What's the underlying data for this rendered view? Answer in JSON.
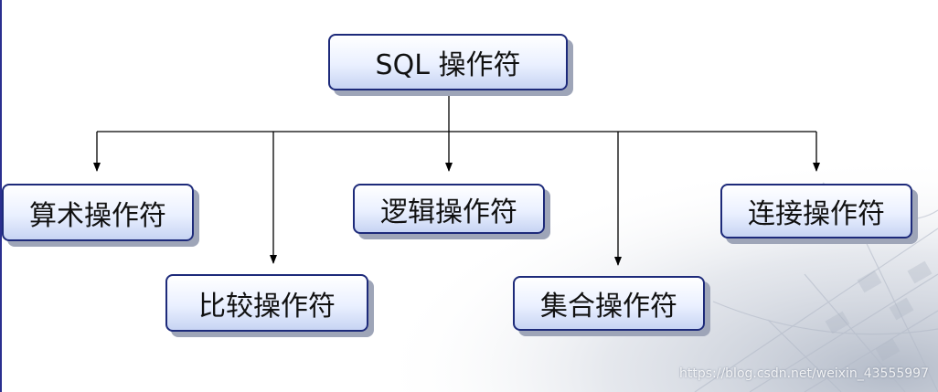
{
  "diagram": {
    "root": {
      "label": "SQL 操作符"
    },
    "children": [
      {
        "id": "arithmetic",
        "label": "算术操作符"
      },
      {
        "id": "comparison",
        "label": "比较操作符"
      },
      {
        "id": "logical",
        "label": "逻辑操作符"
      },
      {
        "id": "set",
        "label": "集合操作符"
      },
      {
        "id": "concatenation",
        "label": "连接操作符"
      }
    ]
  },
  "watermark": {
    "text": "https://blog.csdn.net/weixin_43555997"
  },
  "colors": {
    "node_border": "#1d2a7a",
    "node_fill_top": "#ffffff",
    "node_fill_bottom": "#c7d4f3",
    "shadow": "#9ea5b8",
    "connector": "#000000",
    "accent_rule": "#2a2f8f"
  }
}
